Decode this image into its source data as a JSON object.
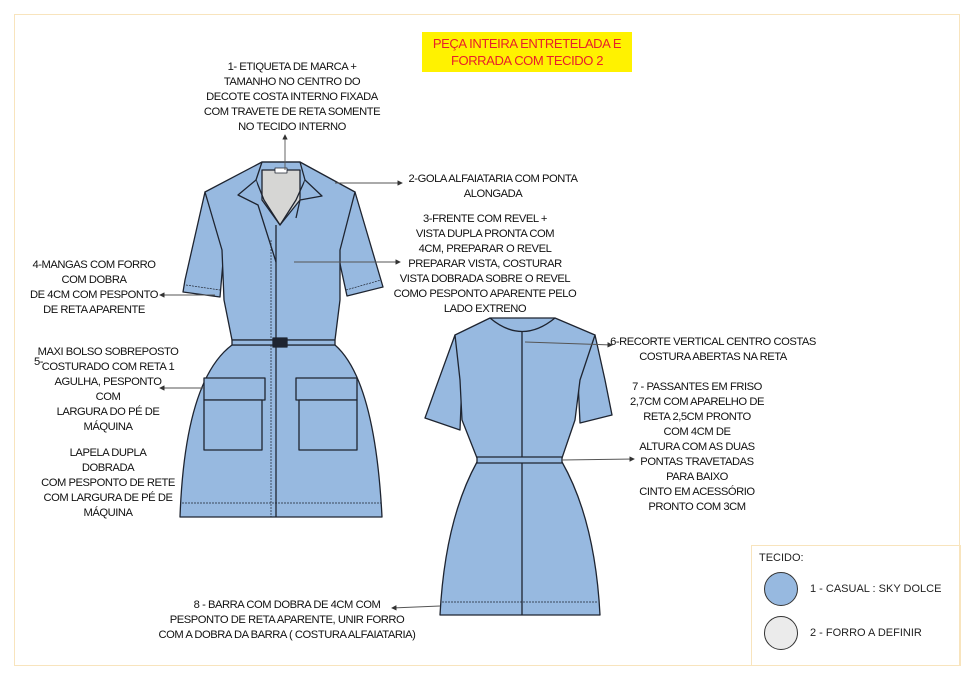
{
  "title": "PEÇA INTEIRA ENTRETELADA E\nFORRADA COM TECIDO 2",
  "notes": {
    "n1": "1- ETIQUETA DE MARCA +\nTAMANHO NO CENTRO DO\nDECOTE COSTA INTERNO FIXADA\nCOM TRAVETE DE RETA SOMENTE\nNO TECIDO INTERNO",
    "n2": "2-GOLA ALFAIATARIA COM PONTA\nALONGADA",
    "n3": "3-FRENTE COM REVEL +\nVISTA DUPLA  PRONTA COM\n4CM, PREPARAR O REVEL\nPREPARAR VISTA, COSTURAR\nVISTA DOBRADA SOBRE O REVEL\nCOMO PESPONTO APARENTE PELO\nLADO EXTRENO",
    "n4": "4-MANGAS COM FORRO\nCOM DOBRA\nDE 4CM COM PESPONTO\nDE RETA APARENTE",
    "n5_num": "5-",
    "n5": "MAXI BOLSO SOBREPOSTO\nCOSTURADO COM RETA 1\nAGULHA, PESPONTO\nCOM\nLARGURA DO PÉ DE\nMÁQUINA",
    "n5b": "LAPELA DUPLA\nDOBRADA\nCOM PESPONTO DE RETE\nCOM LARGURA DE PÉ DE\nMÁQUINA",
    "n6": "6-RECORTE VERTICAL CENTRO COSTAS\nCOSTURA ABERTAS NA RETA",
    "n7": "7 - PASSANTES EM FRISO\n2,7CM COM APARELHO DE\nRETA 2,5CM PRONTO\nCOM 4CM DE\nALTURA COM AS DUAS\nPONTAS TRAVETADAS\nPARA BAIXO\nCINTO EM ACESSÓRIO\nPRONTO COM 3CM",
    "n8": "8 - BARRA COM DOBRA DE 4CM COM\nPESPONTO DE RETA APARENTE, UNIR FORRO\nCOM A DOBRA DA BARRA ( COSTURA ALFAIATARIA)"
  },
  "legend": {
    "heading": "TECIDO:",
    "items": [
      {
        "label": "1 - CASUAL : SKY DOLCE",
        "color": "#97b9e0"
      },
      {
        "label": "2 - FORRO A DEFINIR",
        "color": "#ebebeb"
      }
    ]
  },
  "colors": {
    "fabric": "#97b9e0",
    "lining": "#d6d6d4",
    "title_bg": "#fff200",
    "title_text": "#e8202a"
  }
}
